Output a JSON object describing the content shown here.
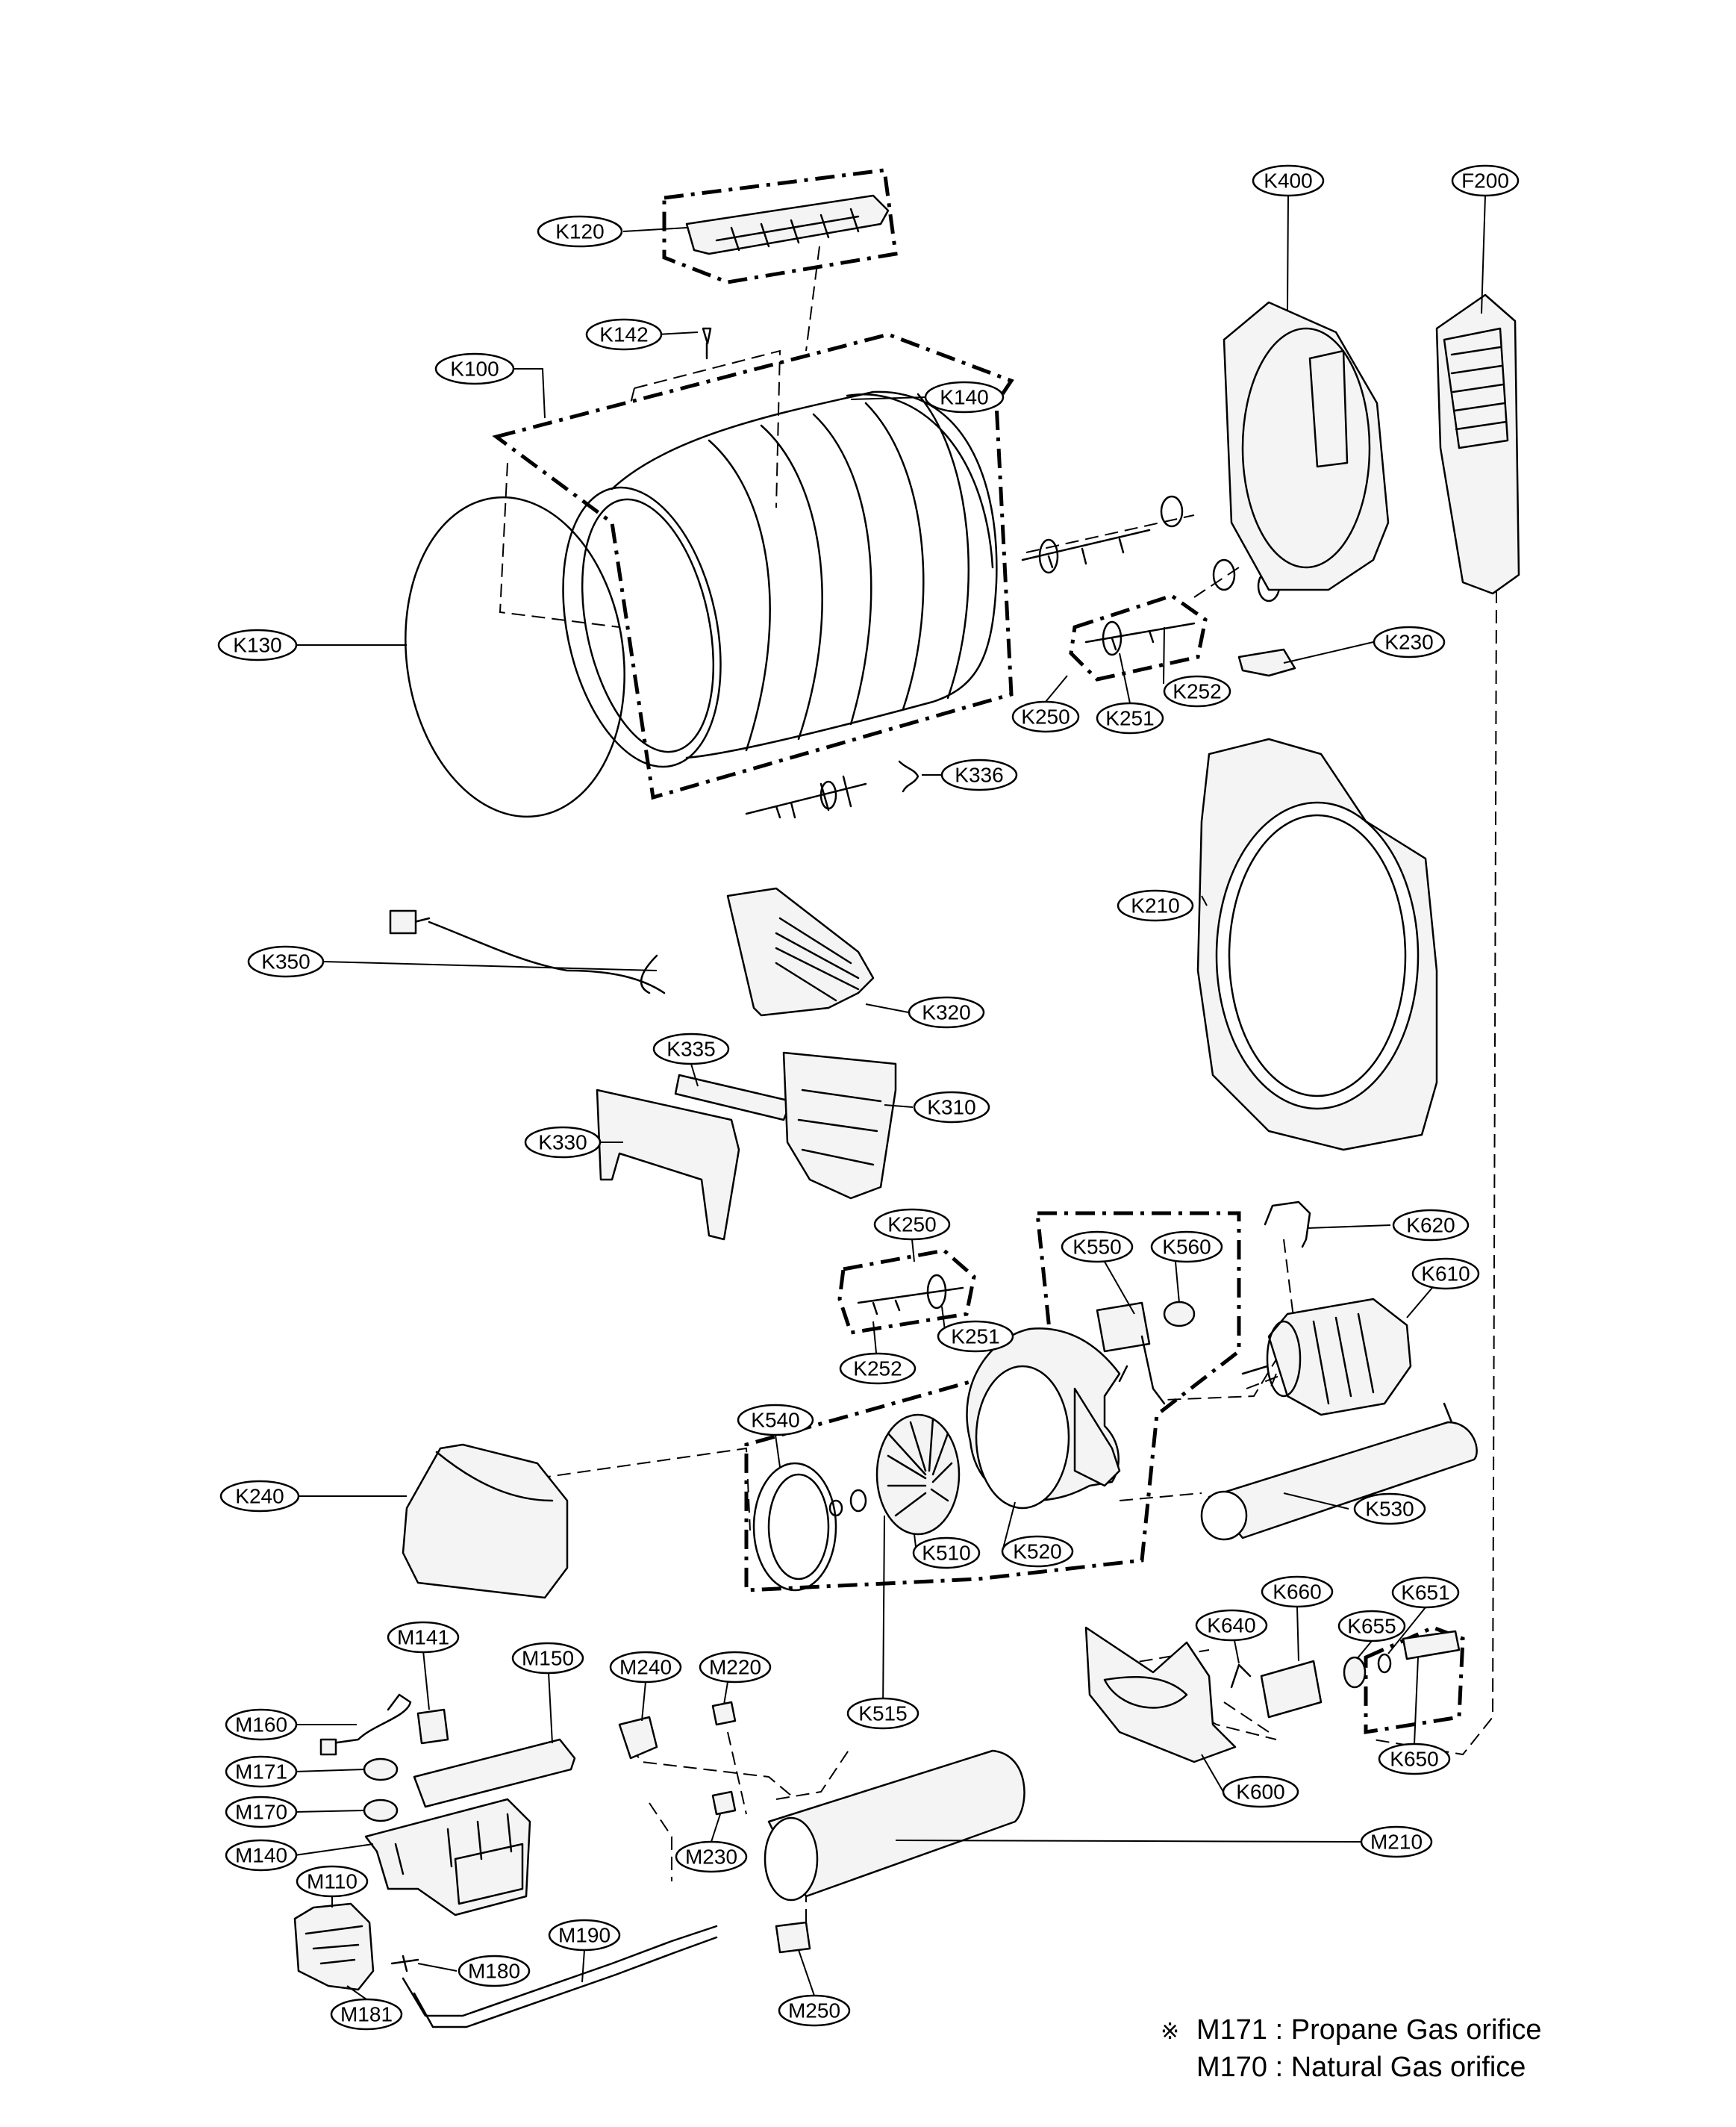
{
  "diagram": {
    "labels": [
      "K120",
      "K142",
      "K100",
      "K140",
      "K130",
      "K336",
      "K350",
      "K320",
      "K335",
      "K310",
      "K330",
      "K250",
      "K251",
      "K252",
      "K240",
      "K540",
      "K510",
      "K520",
      "K515",
      "K550",
      "K560",
      "M141",
      "M150",
      "M160",
      "M171",
      "M170",
      "M140",
      "M110",
      "M180",
      "M181",
      "M190",
      "M240",
      "M220",
      "M230",
      "M250",
      "M210",
      "K400",
      "F200",
      "K230",
      "K210",
      "K620",
      "K610",
      "K530",
      "K660",
      "K655",
      "K651",
      "K640",
      "K650",
      "K600"
    ],
    "labels_b": [
      "K250",
      "K251",
      "K252"
    ]
  },
  "notes": {
    "mark": "※",
    "line1": "M171 : Propane Gas orifice",
    "line2": "M170 : Natural Gas orifice"
  }
}
